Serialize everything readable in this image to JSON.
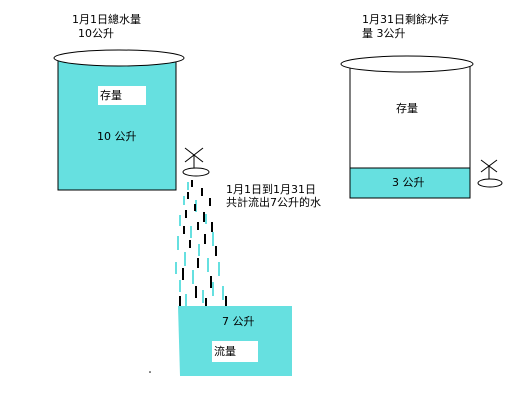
{
  "colors": {
    "water": "#66e0e0",
    "outline": "#000000",
    "label_bg": "#ffffff",
    "background": "#ffffff"
  },
  "left_tank": {
    "caption_line1": "1月1日總水量",
    "caption_line2": "10公升",
    "storage_label": "存量",
    "volume_label": "10 公升"
  },
  "right_tank": {
    "caption_line1": "1月31日剩餘水存",
    "caption_line2": "量 3公升",
    "storage_label": "存量",
    "volume_label": "3 公升"
  },
  "flow_note": {
    "line1": "1月1日到1月31日",
    "line2": "共計流出7公升的水"
  },
  "bottom_tank": {
    "volume_label": "7 公升",
    "flow_label": "流量"
  },
  "icons": [
    "faucet-icon",
    "faucet-icon",
    "water-stream-icon"
  ]
}
